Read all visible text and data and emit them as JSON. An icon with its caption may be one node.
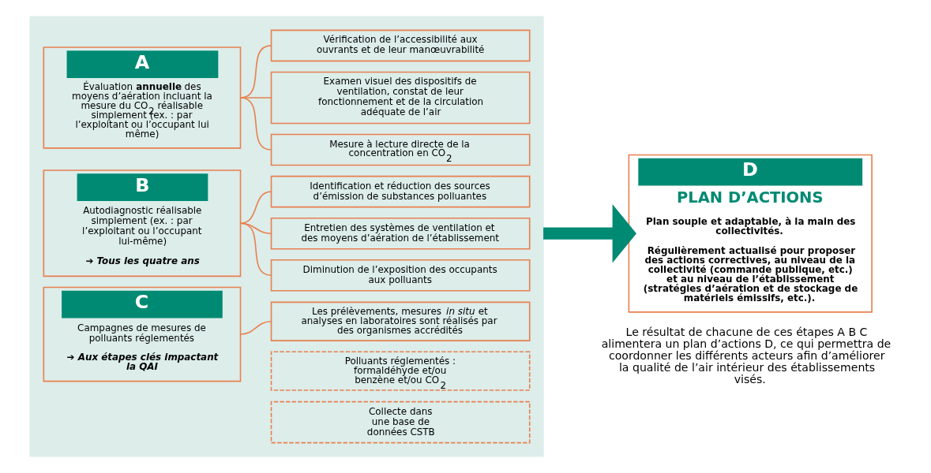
{
  "diagram": {
    "nodes": [
      {
        "text": [],
        "shape": "box"
      },
      {
        "text": [
          "A",
          "Évaluation **annuelle** des moyens d’aération incluant la mesure du CO$_{2}$ réalisable simplement (ex. : par l’exploitant ou l’occupant lui même)"
        ],
        "in": 0
      },
      {
        "text": [
          "Vérification de l’accessibilité aux ouvrants et de leur manœuvrabilité"
        ],
        "in": 0
      },
      {
        "text": [
          "Examen visuel des dispositifs de ventilation, constat de leur fonctionnement et de la circulation adéquate de l’air"
        ],
        "in": 0
      },
      {
        "text": [
          "Mesure à lecture directe de la concentration en CO$_{2}$"
        ],
        "in": 0
      },
      {
        "text": [
          "B",
          "Autodiagnostic réalisable simplement (ex. : par l’exploitant ou l’occupant lui-même)",
          "➔ Tous les quatre ans"
        ],
        "in": 0
      },
      {
        "text": [
          "Identification et réduction des sources d’émission de substances polluantes"
        ],
        "in": 0
      },
      {
        "text": [
          "Entretien des systèmes de ventilation et des moyens d’aération de l’établissement"
        ],
        "in": 0
      },
      {
        "text": [
          "Diminution de l’exposition des occupants aux polluants"
        ],
        "in": 0
      },
      {
        "text": [
          "C",
          "Campagnes de mesures de polluants réglementés",
          "➔ Aux étapes clés impactant la QAI"
        ],
        "in": 0
      },
      {
        "text": [
          "Les prélèvements, mesures *in situ* et analyses en laboratoires sont réalisés par des organismes accrédités"
        ],
        "in": 0
      },
      {
        "text": [
          "Polluants réglementés : formaldéhyde et/ou benzène et/ou CO$_{2}$"
        ],
        "in": 0
      },
      {
        "text": [
          "Collecte dans une base de données CSTB"
        ],
        "in": 0
      },
      {
        "text": [
          "D",
          "PLAN D’ACTIONS",
          "Plan souple et adaptable, à la main des collectivités.",
          "Régulièrement actualisé pour proposer des actions correctives, au niveau de la collectivité (commande publique, etc.) et au niveau de l’établissement (stratégies d’aération et de stockage de matériels émissifs, etc.)."
        ]
      }
    ],
    "edges": [
      {
        "from": 1,
        "to": 2,
        "arrow": "none"
      },
      {
        "from": 1,
        "to": 3,
        "arrow": "none"
      },
      {
        "from": 1,
        "to": 4,
        "arrow": "none"
      },
      {
        "from": 5,
        "to": 6,
        "arrow": "none"
      },
      {
        "from": 5,
        "to": 7,
        "arrow": "none"
      },
      {
        "from": 5,
        "to": 8,
        "arrow": "none"
      },
      {
        "from": 9,
        "to": 10,
        "arrow": "none"
      },
      {
        "from": 0,
        "to": 13,
        "arrow": "to",
        "style": "thick",
        "color": "#008a73"
      }
    ],
    "labels": [
      "Le résultat de chacune de ces étapes A B C alimentera un plan d’actions D, ce qui permettra de coordonner les différents acteurs afin d’améliorer la qualité de l’air intérieur des établissements visés."
    ]
  }
}
